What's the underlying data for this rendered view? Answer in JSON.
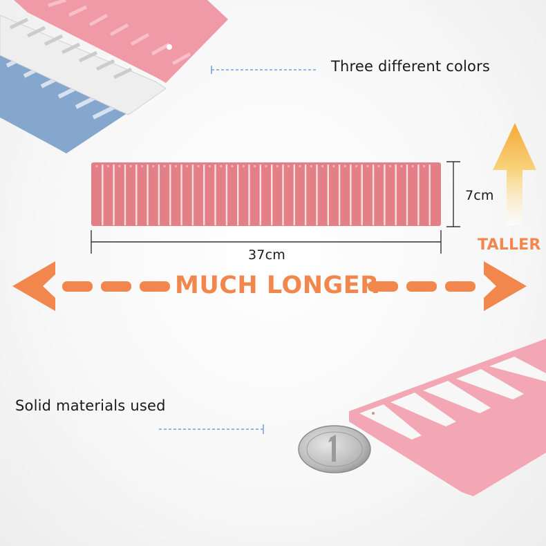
{
  "callouts": {
    "three_colors": "Three different colors",
    "solid_materials": "Solid materials used"
  },
  "dimensions": {
    "width": "37cm",
    "height": "7cm"
  },
  "emphasis": {
    "taller": "TALLER",
    "much_longer": "MUCH LONGER"
  },
  "colors": {
    "pink_divider": "#e37f86",
    "light_pink_divider": "#f3a6b3",
    "white_divider": "#eeeeee",
    "blue_divider": "#86a7cd",
    "accent_orange": "#f2874e",
    "arrow_yellow": "#f7c766",
    "callout_line": "#6f9fd8"
  }
}
